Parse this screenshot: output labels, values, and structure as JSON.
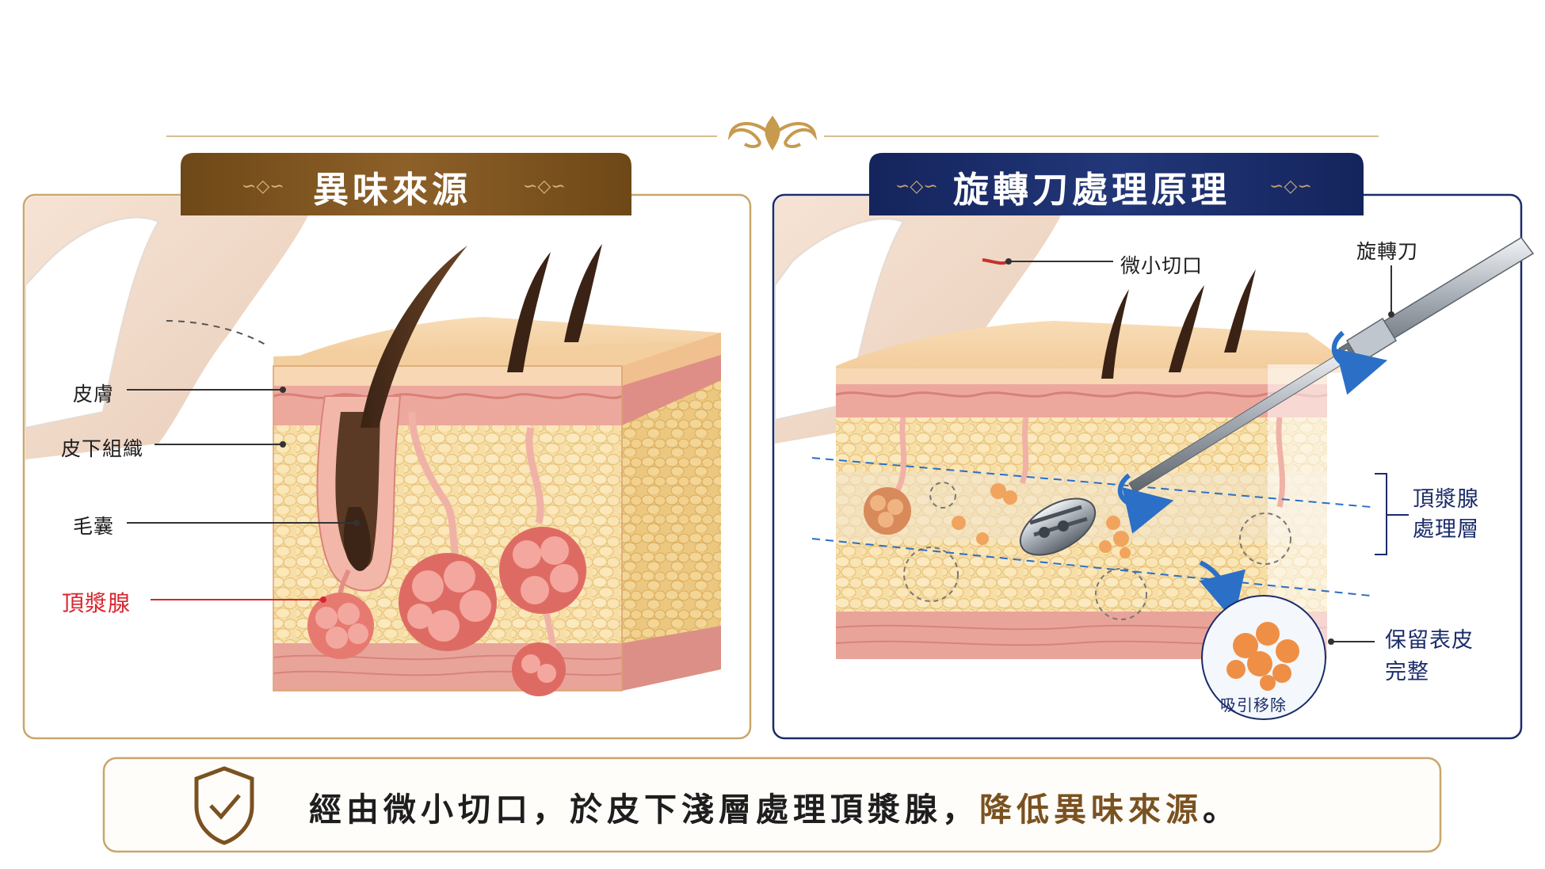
{
  "left_panel": {
    "title": "異味來源",
    "labels": {
      "skin": "皮膚",
      "subcutaneous": "皮下組織",
      "follicle": "毛囊",
      "apocrine": "頂漿腺"
    }
  },
  "right_panel": {
    "title": "旋轉刀處理原理",
    "labels": {
      "incision": "微小切口",
      "rotary_blade": "旋轉刀",
      "layer_line1": "頂漿腺",
      "layer_line2": "處理層",
      "keep_line1": "保留表皮",
      "keep_line2": "完整",
      "suction": "吸引移除"
    }
  },
  "banner": {
    "text_main": "經由微小切口，於皮下淺層處理頂漿腺，",
    "text_highlight": "降低異味來源",
    "text_end": "。"
  },
  "colors": {
    "gold": "#7a5220",
    "gold_border": "#c9a66b",
    "navy": "#1b2c6a",
    "red": "#d8252e",
    "skin_pink": "#e9a49a",
    "fat_yellow": "#f6dca2"
  }
}
